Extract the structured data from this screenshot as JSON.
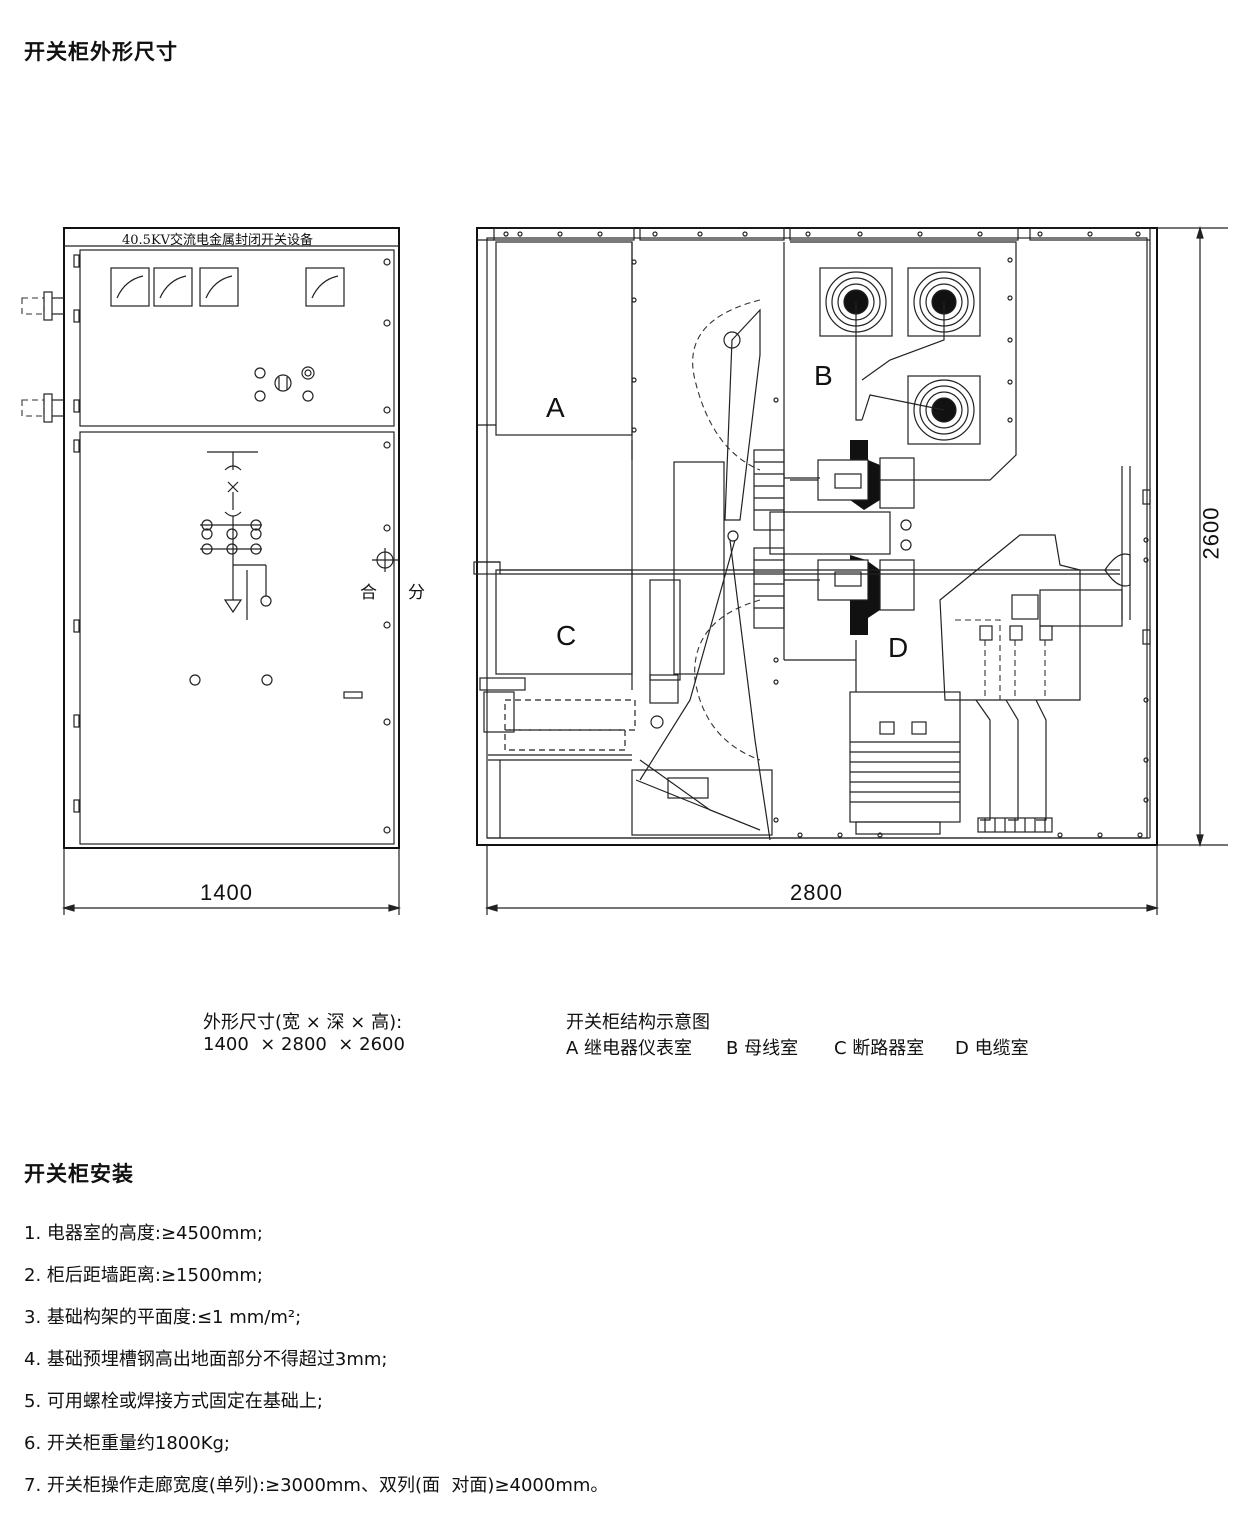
{
  "section1": {
    "title": "开关柜外形尺寸"
  },
  "front_view": {
    "nameplate": "40.5KV交流电金属封闭开关设备",
    "close_label": "合",
    "open_label": "分",
    "width_dim": "1400"
  },
  "side_view": {
    "depth_dim": "2800",
    "height_dim": "2600",
    "compartments": [
      "A",
      "B",
      "C",
      "D"
    ]
  },
  "notes": {
    "dims_title": "外形尺寸(宽 × 深 × 高):",
    "dims_value": "1400  × 2800  × 2600",
    "struct_title": "开关柜结构示意图",
    "legend": [
      "A 继电器仪表室",
      "B 母线室",
      "C 断路器室",
      "D 电缆室"
    ]
  },
  "section2": {
    "title": "开关柜安装",
    "items": [
      "1. 电器室的高度:≥4500mm;",
      "2. 柜后距墙距离:≥1500mm;",
      "3. 基础构架的平面度:≤1 mm/m²;",
      "4. 基础预埋槽钢高出地面部分不得超过3mm;",
      "5. 可用螺栓或焊接方式固定在基础上;",
      "6. 开关柜重量约1800Kg;",
      "7. 开关柜操作走廊宽度(单列):≥3000mm、双列(面  对面)≥4000mm。"
    ]
  }
}
